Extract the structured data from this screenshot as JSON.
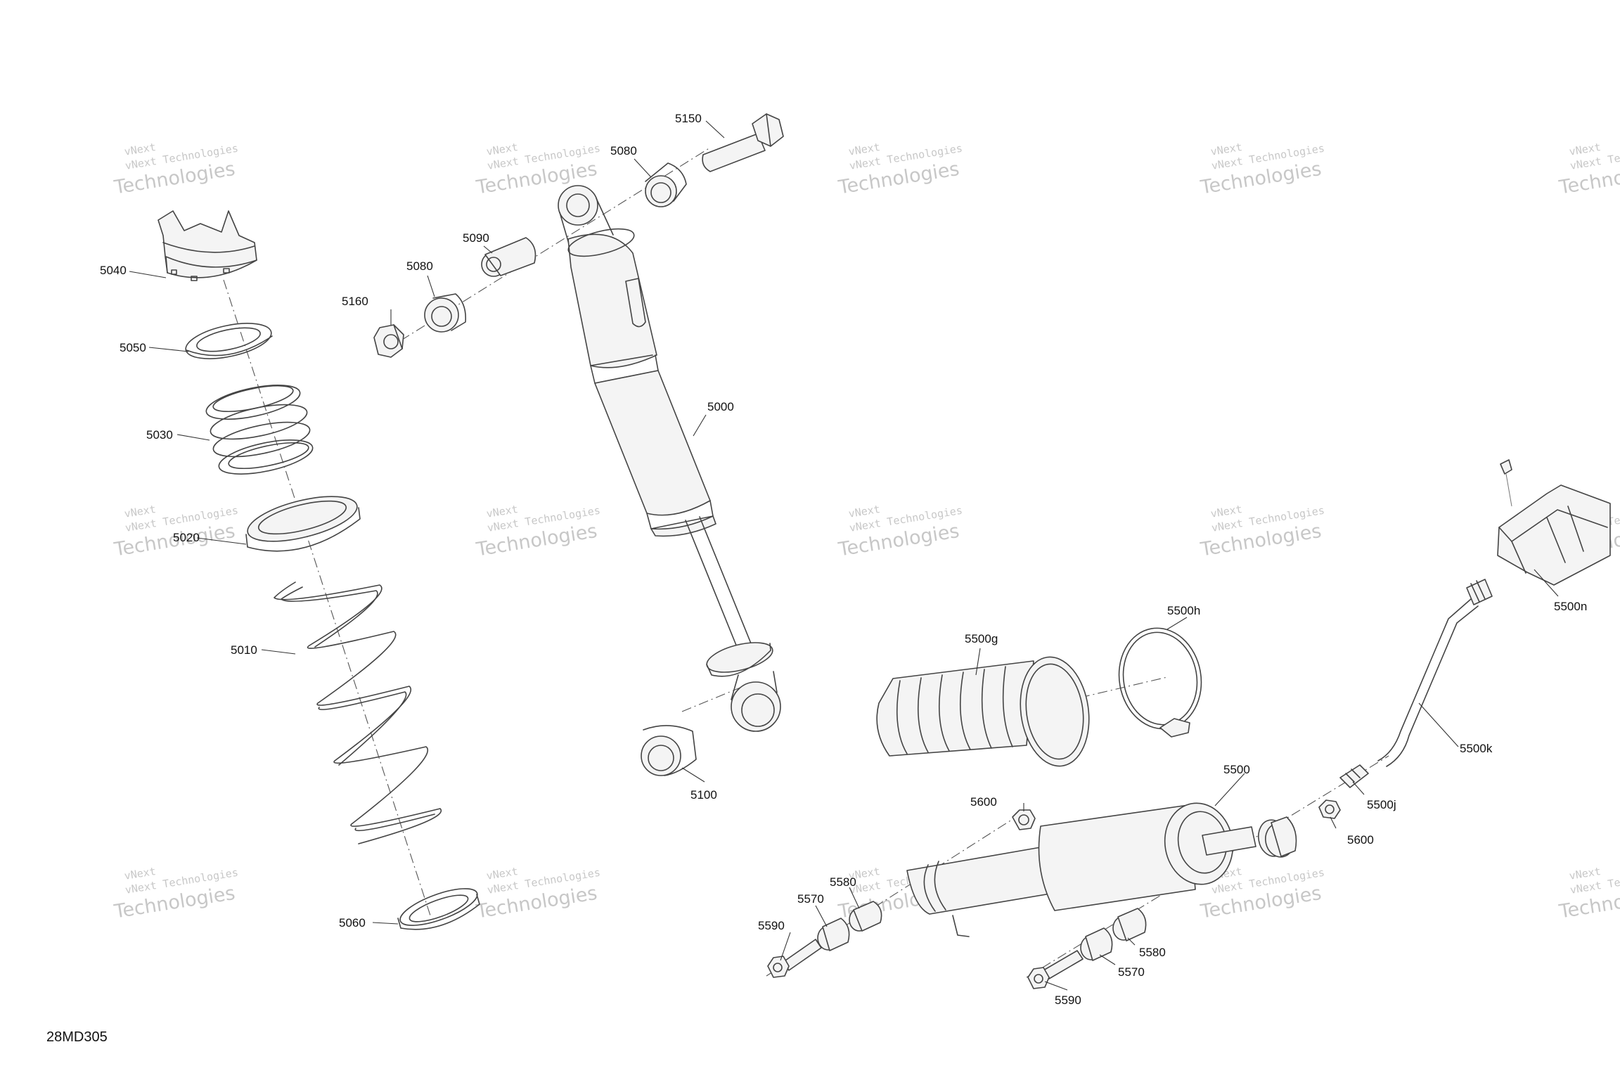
{
  "drawing_code": "28MD305",
  "watermark": {
    "line1": "vNext Technologies",
    "line2": "Technologies",
    "prefix": "vNext"
  },
  "part_labels": {
    "p5000": "5000",
    "p5010": "5010",
    "p5020": "5020",
    "p5030": "5030",
    "p5040": "5040",
    "p5050": "5050",
    "p5060": "5060",
    "p5080a": "5080",
    "p5080b": "5080",
    "p5090": "5090",
    "p5100": "5100",
    "p5150": "5150",
    "p5160": "5160",
    "p5500": "5500",
    "p5500g": "5500g",
    "p5500h": "5500h",
    "p5500j": "5500j",
    "p5500k": "5500k",
    "p5500n": "5500n",
    "p5570a": "5570",
    "p5570b": "5570",
    "p5580a": "5580",
    "p5580b": "5580",
    "p5590a": "5590",
    "p5590b": "5590",
    "p5600a": "5600",
    "p5600b": "5600"
  }
}
